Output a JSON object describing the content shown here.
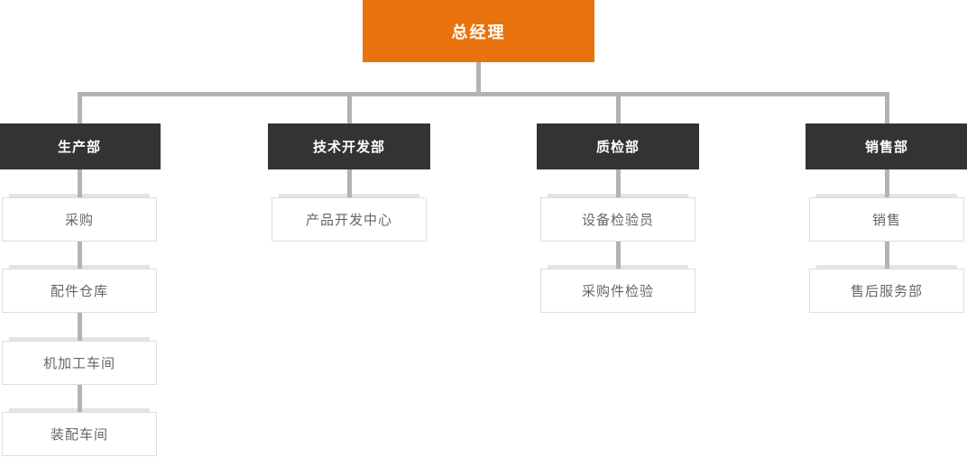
{
  "chart": {
    "type": "org-chart",
    "root": {
      "label": "总经理"
    },
    "departments": [
      {
        "label": "生产部",
        "children": [
          {
            "label": "采购"
          },
          {
            "label": "配件仓库"
          },
          {
            "label": "机加工车间"
          },
          {
            "label": "装配车间"
          }
        ]
      },
      {
        "label": "技术开发部",
        "children": [
          {
            "label": "产品开发中心"
          }
        ]
      },
      {
        "label": "质检部",
        "children": [
          {
            "label": "设备检验员"
          },
          {
            "label": "采购件检验"
          }
        ]
      },
      {
        "label": "销售部",
        "children": [
          {
            "label": "销售"
          },
          {
            "label": "售后服务部"
          }
        ]
      }
    ]
  },
  "colors": {
    "root-bg": "#e8720c",
    "dept-bg": "#333333",
    "connector": "#b3b3b3",
    "child-border": "#dddddd",
    "child-accent": "#e4e4e4",
    "child-text": "#666666"
  }
}
